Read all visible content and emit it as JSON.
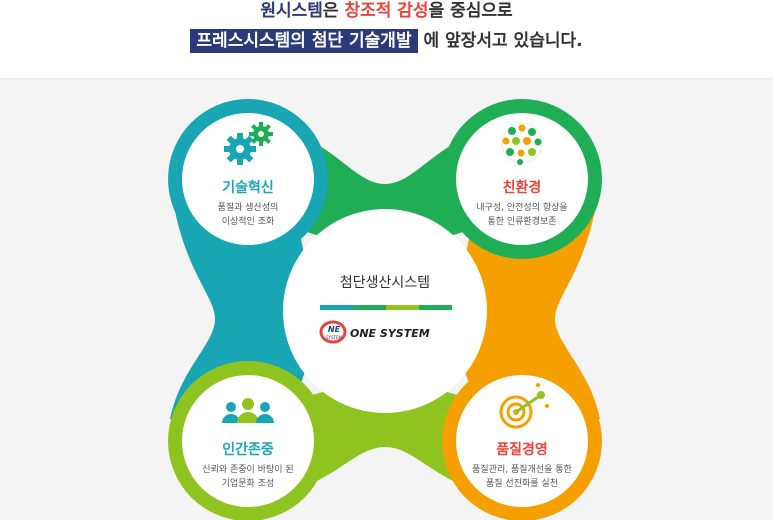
{
  "header": {
    "line1_part1": "원시스템",
    "line1_part2": "은 ",
    "line1_part3": "창조적 감성",
    "line1_part4": "을 중심으로",
    "line2_highlight": "프레스시스템의 첨단 기술개발",
    "line2_rest": " 에 앞장서고 있습니다."
  },
  "center": {
    "title": "첨단생산시스템",
    "logo_small": "NE",
    "logo_sub": "SYSTEM",
    "logo_text": "ONE SYSTEM"
  },
  "nodes": {
    "tl": {
      "title": "기술혁신",
      "desc1": "품질과 생산성의",
      "desc2": "이상적인 조화",
      "icon": "gears-icon"
    },
    "tr": {
      "title": "친환경",
      "desc1": "내구성, 안전성의 향상을",
      "desc2": "통한 인류환경보존",
      "icon": "eco-globe-icon"
    },
    "bl": {
      "title": "인간존중",
      "desc1": "신뢰와 존중이 바탕이 된",
      "desc2": "기업문화 조성",
      "icon": "people-icon"
    },
    "br": {
      "title": "품질경영",
      "desc1": "품질관리, 품질개선을 통한",
      "desc2": "품질 선진화를 실천",
      "icon": "target-icon"
    }
  },
  "colors": {
    "teal": "#19a6b4",
    "green": "#1fae55",
    "orange": "#f5a000",
    "lime": "#8fc31f",
    "navy": "#2b3a7a",
    "red": "#e8443a"
  }
}
